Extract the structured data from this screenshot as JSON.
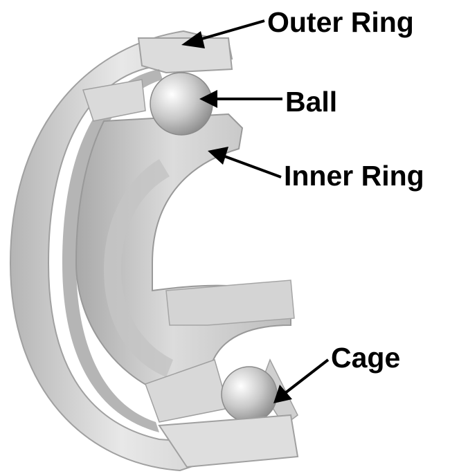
{
  "labels": {
    "outer_ring": "Outer Ring",
    "ball": "Ball",
    "inner_ring": "Inner Ring",
    "cage": "Cage"
  },
  "colors": {
    "label_text": "#000000",
    "arrow": "#000000",
    "metal_light": "#e6e6e6",
    "metal_mid": "#c8c8c8",
    "metal_dark": "#9a9a9a",
    "background": "#ffffff"
  },
  "icons": [
    "bearing-illustration",
    "arrow"
  ]
}
